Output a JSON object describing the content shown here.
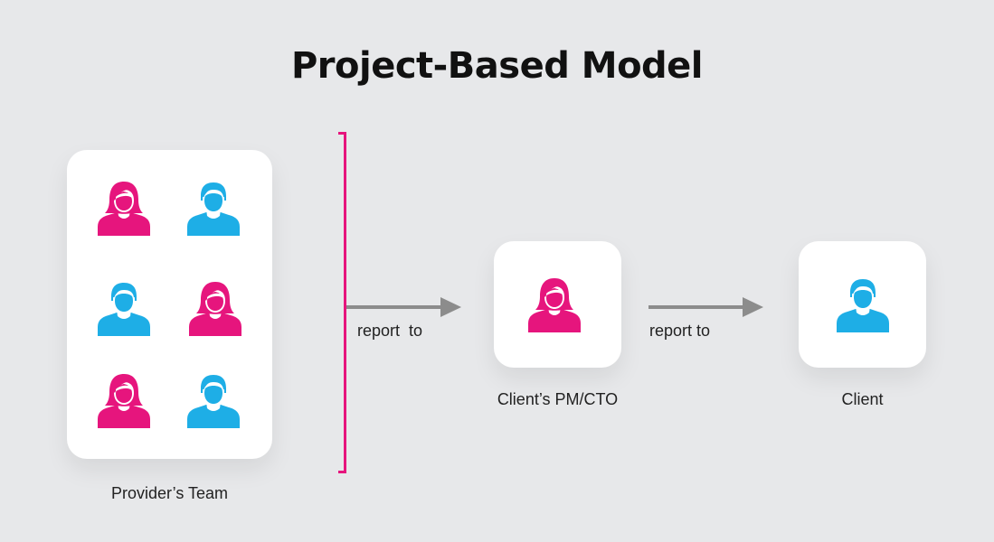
{
  "title": "Project-Based Model",
  "colors": {
    "female": "#e6157d",
    "male": "#1eaee6",
    "bracket": "#e6157d",
    "arrow": "#8c8c8c",
    "background": "#e7e8ea"
  },
  "provider_team": {
    "label": "Provider’s Team",
    "members": [
      {
        "icon": "female-user-icon"
      },
      {
        "icon": "male-user-icon"
      },
      {
        "icon": "male-user-icon"
      },
      {
        "icon": "female-user-icon"
      },
      {
        "icon": "female-user-icon"
      },
      {
        "icon": "male-user-icon"
      }
    ]
  },
  "arrow1_label": "report  to",
  "client_pm": {
    "label": "Client’s PM/CTO",
    "icon": "female-user-icon"
  },
  "arrow2_label": "report to",
  "client": {
    "label": "Client",
    "icon": "male-user-icon"
  }
}
